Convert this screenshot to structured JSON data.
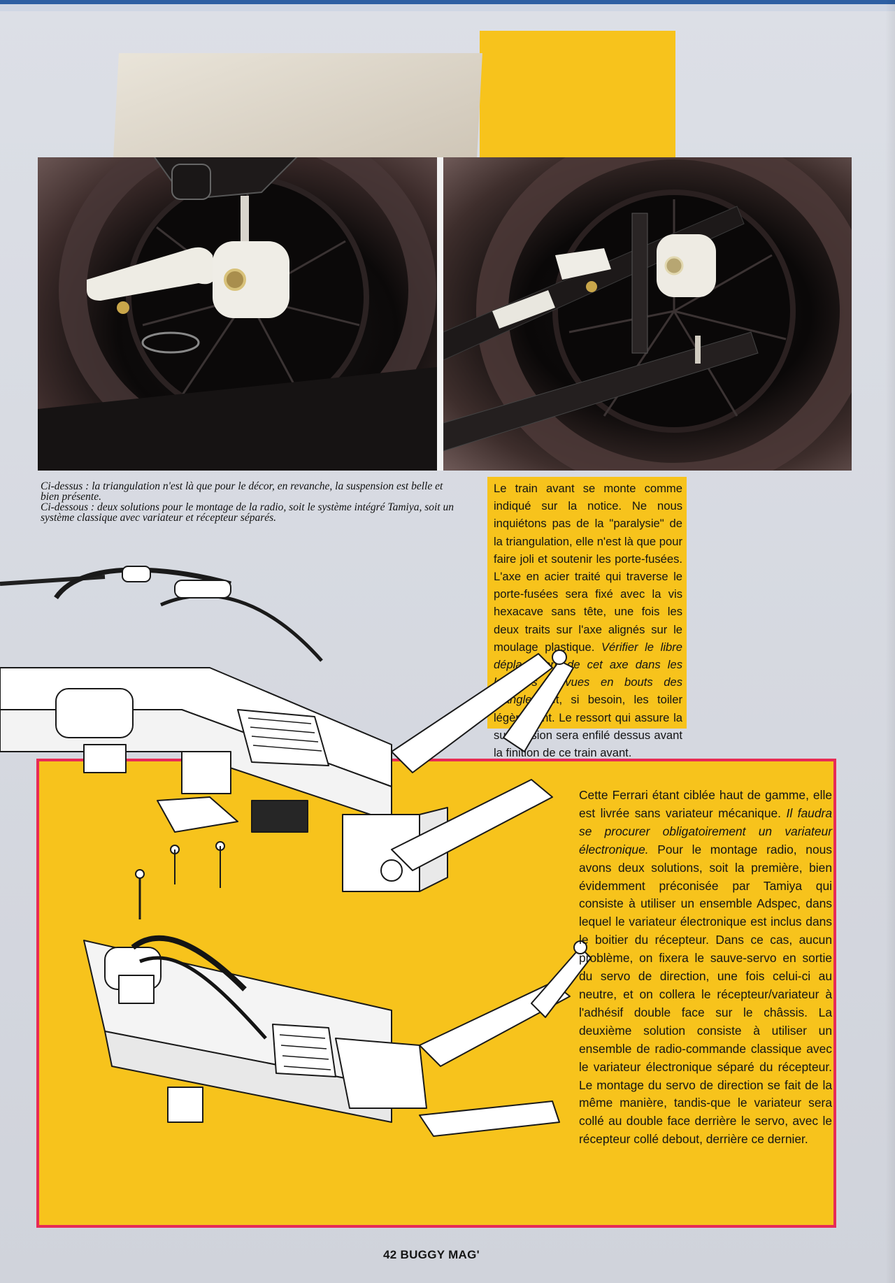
{
  "caption": {
    "line1": "Ci-dessus : la triangulation n'est là que pour le décor, en revanche, la suspension est belle et bien présente.",
    "line2": "Ci-dessous : deux solutions pour le montage de la radio, soit le système intégré Tamiya, soit un système classique avec variateur et récepteur séparés."
  },
  "column_top": {
    "p1": "Le train avant se monte comme indiqué sur la notice. Ne nous inquiétons pas de la \"paralysie\" de la triangulation, elle n'est là que pour faire joli et soutenir les porte-fusées. L'axe en acier traité qui traverse le porte-fusées sera fixé avec la vis hexacave sans tête, une fois les deux traits sur l'axe alignés sur le moulage plastique.",
    "p2_italic": "Vérifier le libre déplacement de cet axe dans les lumières prévues en bouts des triangles,",
    "p2_rest": " et, si besoin, les toiler légèrement. Le ressort qui assure la suspension sera enfilé dessus avant la finition de ce train avant."
  },
  "column_bottom": {
    "p1_start": "Cette Ferrari étant ciblée haut de gamme, elle est livrée sans variateur mécanique. ",
    "p1_italic": "Il faudra se procurer obligatoirement un variateur électronique.",
    "p1_rest": " Pour le montage radio, nous avons deux solutions, soit la première, bien évidemment préconisée par Tamiya qui consiste à utiliser un ensemble Adspec, dans lequel le variateur électronique est inclus dans le boitier du récepteur. Dans ce cas, aucun problème, on fixera le sauve-servo en sortie du servo de direction, une fois celui-ci au neutre, et on collera le récepteur/variateur à l'adhésif double face sur le châssis. La deuxième solution consiste à utiliser un ensemble de radio-commande classique avec le variateur électronique séparé du récepteur. Le montage du servo de direction se fait de la même manière, tandis-que le variateur sera collé au double face derrière le servo, avec le récepteur collé debout, derrière ce dernier."
  },
  "folio": "42 BUGGY MAG'",
  "colors": {
    "yellow": "#f7c31c",
    "frame_red": "#e72b56",
    "rule_blue": "#2d5fa3"
  }
}
